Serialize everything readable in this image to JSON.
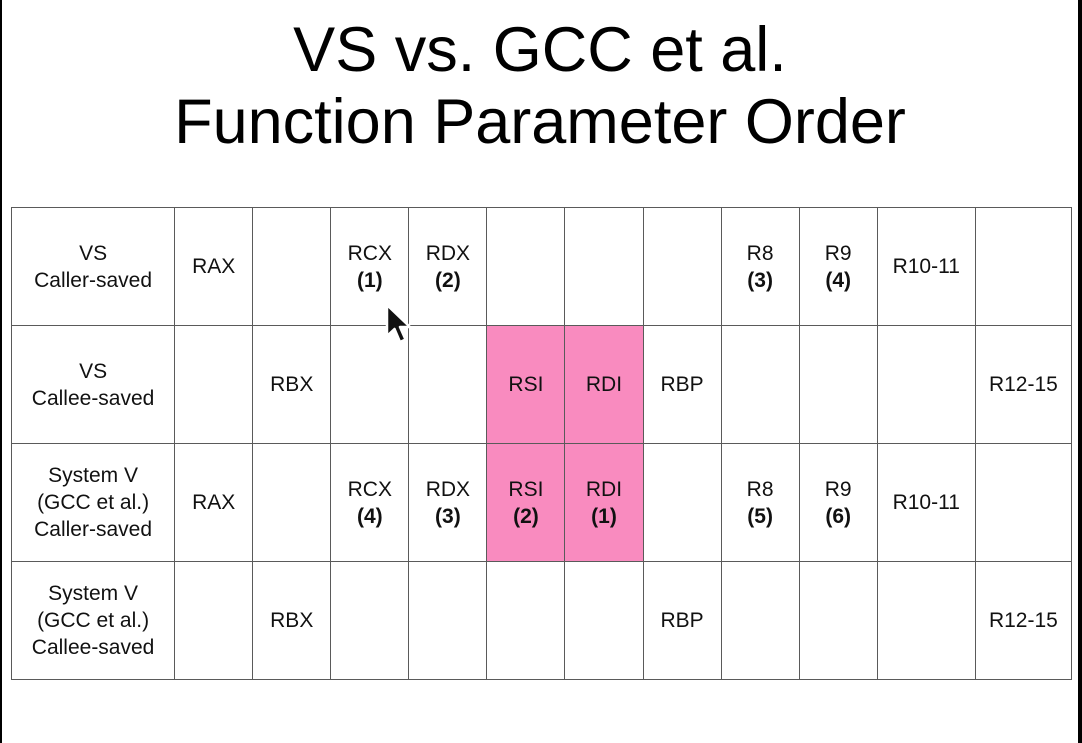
{
  "title": {
    "line1": "VS vs. GCC et al.",
    "line2": "Function Parameter Order"
  },
  "colors": {
    "highlight": "#f98bbf",
    "border": "#5a5a5a",
    "background": "#ffffff"
  },
  "rows": [
    {
      "label": [
        "VS",
        "Caller-saved"
      ],
      "cells": [
        {
          "reg": "RAX",
          "order": ""
        },
        {
          "reg": "",
          "order": ""
        },
        {
          "reg": "RCX",
          "order": "(1)"
        },
        {
          "reg": "RDX",
          "order": "(2)"
        },
        {
          "reg": "",
          "order": ""
        },
        {
          "reg": "",
          "order": ""
        },
        {
          "reg": "",
          "order": ""
        },
        {
          "reg": "R8",
          "order": "(3)"
        },
        {
          "reg": "R9",
          "order": "(4)"
        },
        {
          "reg": "R10-11",
          "order": ""
        },
        {
          "reg": "",
          "order": ""
        }
      ]
    },
    {
      "label": [
        "VS",
        "Callee-saved"
      ],
      "cells": [
        {
          "reg": "",
          "order": ""
        },
        {
          "reg": "RBX",
          "order": ""
        },
        {
          "reg": "",
          "order": ""
        },
        {
          "reg": "",
          "order": ""
        },
        {
          "reg": "RSI",
          "order": "",
          "highlight": true
        },
        {
          "reg": "RDI",
          "order": "",
          "highlight": true
        },
        {
          "reg": "RBP",
          "order": ""
        },
        {
          "reg": "",
          "order": ""
        },
        {
          "reg": "",
          "order": ""
        },
        {
          "reg": "",
          "order": ""
        },
        {
          "reg": "R12-15",
          "order": ""
        }
      ]
    },
    {
      "label": [
        "System V",
        "(GCC et al.)",
        "Caller-saved"
      ],
      "cells": [
        {
          "reg": "RAX",
          "order": ""
        },
        {
          "reg": "",
          "order": ""
        },
        {
          "reg": "RCX",
          "order": "(4)"
        },
        {
          "reg": "RDX",
          "order": "(3)"
        },
        {
          "reg": "RSI",
          "order": "(2)",
          "highlight": true
        },
        {
          "reg": "RDI",
          "order": "(1)",
          "highlight": true
        },
        {
          "reg": "",
          "order": ""
        },
        {
          "reg": "R8",
          "order": "(5)"
        },
        {
          "reg": "R9",
          "order": "(6)"
        },
        {
          "reg": "R10-11",
          "order": ""
        },
        {
          "reg": "",
          "order": ""
        }
      ]
    },
    {
      "label": [
        "System V",
        "(GCC et al.)",
        "Callee-saved"
      ],
      "cells": [
        {
          "reg": "",
          "order": ""
        },
        {
          "reg": "RBX",
          "order": ""
        },
        {
          "reg": "",
          "order": ""
        },
        {
          "reg": "",
          "order": ""
        },
        {
          "reg": "",
          "order": ""
        },
        {
          "reg": "",
          "order": ""
        },
        {
          "reg": "RBP",
          "order": ""
        },
        {
          "reg": "",
          "order": ""
        },
        {
          "reg": "",
          "order": ""
        },
        {
          "reg": "",
          "order": ""
        },
        {
          "reg": "R12-15",
          "order": ""
        }
      ]
    }
  ]
}
